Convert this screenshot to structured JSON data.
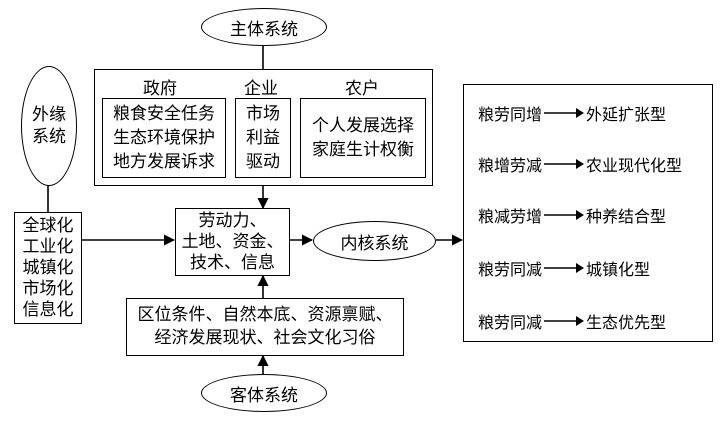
{
  "subject_system": "主体系统",
  "external_system": "外缘系统",
  "external_factors": [
    "全球化",
    "工业化",
    "城镇化",
    "市场化",
    "信息化"
  ],
  "actors": {
    "government": {
      "label": "政府",
      "lines": [
        "粮食安全任务",
        "生态环境保护",
        "地方发展诉求"
      ]
    },
    "enterprise": {
      "label": "企业",
      "lines": [
        "市场",
        "利益",
        "驱动"
      ]
    },
    "farmer": {
      "label": "农户",
      "lines": [
        "个人发展选择",
        "家庭生计权衡"
      ]
    }
  },
  "resources": [
    "劳动力、",
    "土地、资金、",
    "技术、信息"
  ],
  "core_system": "内核系统",
  "conditions": [
    "区位条件、自然本底、资源禀赋、",
    "经济发展现状、社会文化习俗"
  ],
  "object_system": "客体系统",
  "outcomes": [
    {
      "pattern": "粮劳同增",
      "type": "外延扩张型"
    },
    {
      "pattern": "粮增劳减",
      "type": "农业现代化型"
    },
    {
      "pattern": "粮减劳增",
      "type": "种养结合型"
    },
    {
      "pattern": "粮劳同减",
      "type": "城镇化型"
    },
    {
      "pattern": "粮劳同减",
      "type": "生态优先型"
    }
  ]
}
